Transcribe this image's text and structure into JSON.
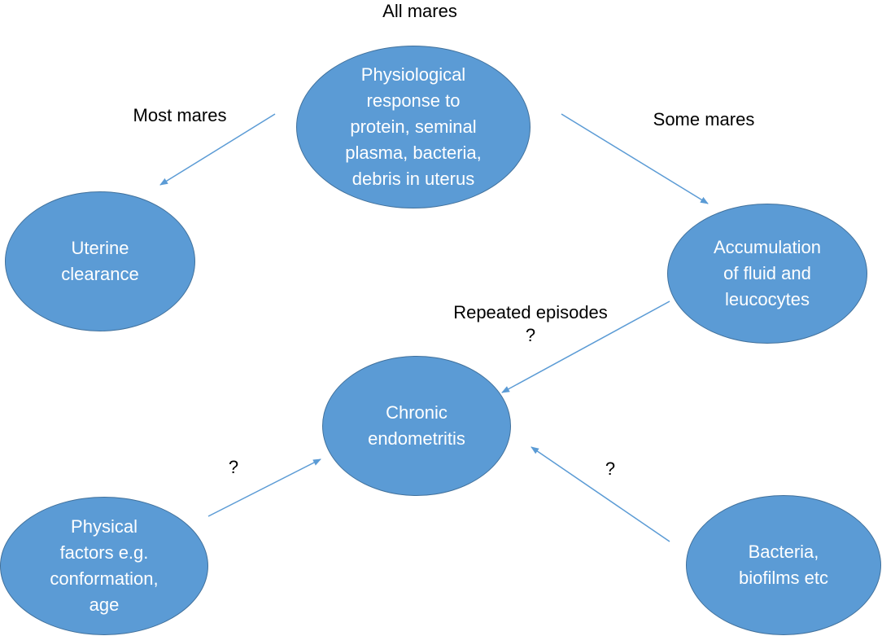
{
  "colors": {
    "node_fill": "#5b9bd5",
    "node_border": "#41719c",
    "node_text": "#ffffff",
    "arrow": "#5b9bd5",
    "label_text": "#000000"
  },
  "nodes": {
    "physiological_response": "Physiological\nresponse to\nprotein, seminal\nplasma, bacteria,\ndebris in uterus",
    "uterine_clearance": "Uterine\nclearance",
    "accumulation": "Accumulation\nof fluid and\nleucocytes",
    "chronic_endometritis": "Chronic\nendometritis",
    "physical_factors": "Physical\nfactors e.g.\nconformation,\nage",
    "bacteria_biofilms": "Bacteria,\nbiofilms etc"
  },
  "labels": {
    "all_mares": "All mares",
    "most_mares": "Most mares",
    "some_mares": "Some mares",
    "repeated_episodes": "Repeated episodes\n?",
    "question_left": "?",
    "question_right": "?"
  }
}
